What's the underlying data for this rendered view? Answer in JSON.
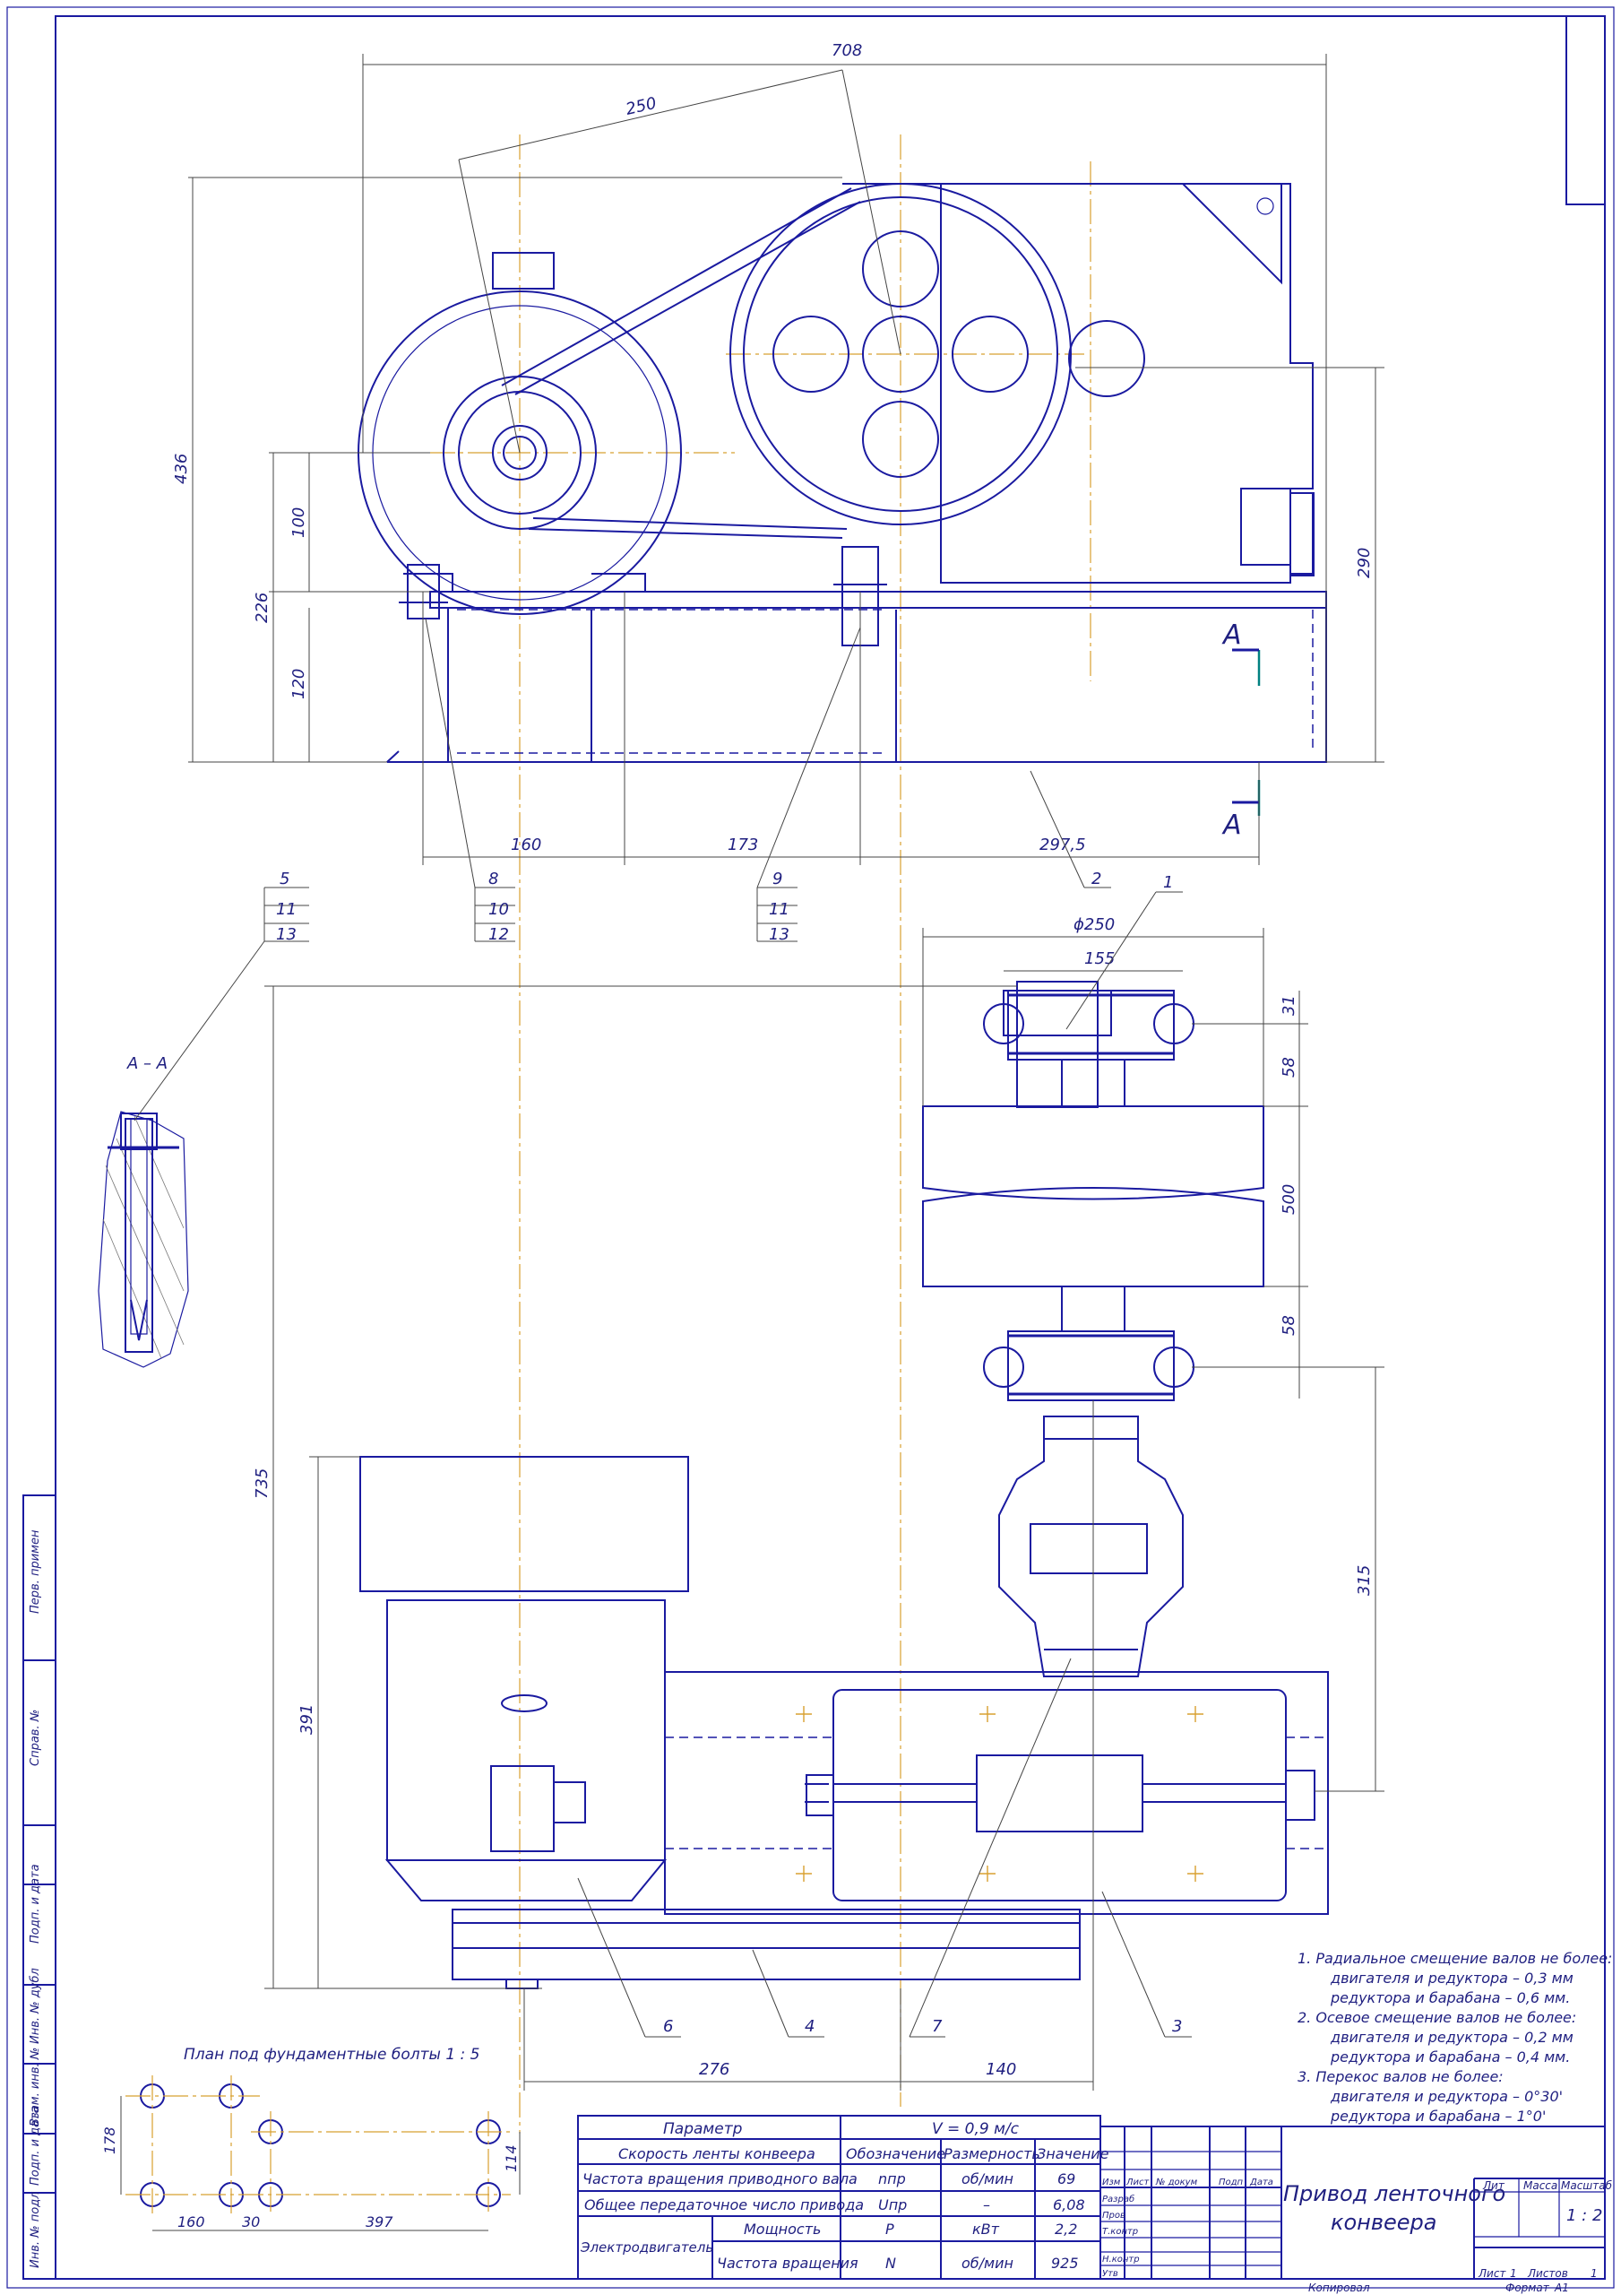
{
  "title": {
    "line1": "Привод ленточного",
    "line2": "конвеера",
    "lit": "Лит",
    "mass": "Масса",
    "scale_header": "Масштаб",
    "scale": "1 : 2",
    "sheet": "Лист",
    "sheet_no": "1",
    "sheets": "Листов",
    "sheets_no": "1",
    "copied": "Копировал",
    "format_label": "Формат",
    "format_value": "A1"
  },
  "stamp_rows": {
    "izm": "Изм",
    "list": "Лист",
    "doc": "№ докум",
    "sign": "Подп",
    "date": "Дата",
    "razrab": "Разраб",
    "prov": "Пров",
    "tkontr": "Т.контр",
    "nkontr": "Н.контр",
    "utv": "Утв"
  },
  "side_stamp": {
    "perv_primen": "Перв. примен",
    "sprav": "Справ. №",
    "podp_data_1": "Подп. и дата",
    "inv_dubl": "Инв. № дубл",
    "vzam_inv": "Взам. инв. №",
    "podp_data_2": "Подп. и дата",
    "inv_podl": "Инв. № подл"
  },
  "param_table": {
    "h_param": "Параметр",
    "h_value": "V = 0,9 м/с",
    "r1_name": "Скорость ленты конвеера",
    "r1_sym": "Обозначение",
    "r1_unit": "Размерность",
    "r1_val": "Значение",
    "r2_name": "Частота вращения приводного вала",
    "r2_sym": "nпр",
    "r2_unit": "об/мин",
    "r2_val": "69",
    "r3_name": "Общее передаточное число привода",
    "r3_sym": "Uпр",
    "r3_unit": "–",
    "r3_val": "6,08",
    "r4_group": "Электродвигатель",
    "r4_name": "Мощность",
    "r4_sym": "P",
    "r4_unit": "кВт",
    "r4_val": "2,2",
    "r5_name": "Частота вращения",
    "r5_sym": "N",
    "r5_unit": "об/мин",
    "r5_val": "925"
  },
  "notes": [
    "1. Радиальное смещение валов не более:",
    "двигателя и редуктора – 0,3 мм",
    "редуктора и барабана – 0,6 мм.",
    "2. Осевое смещение валов не более:",
    "двигателя и редуктора – 0,2 мм",
    "редуктора и барабана – 0,4 мм.",
    "3. Перекос валов не более:",
    "двигателя и редуктора – 0°30'",
    "редуктора и барабана – 1°0'"
  ],
  "labels": {
    "section": "А – А",
    "cut_a_top": "А",
    "cut_a_bottom": "А",
    "bolt_plan": "План под фундаментные болты 1 : 5"
  },
  "dimensions": {
    "d708": "708",
    "d250": "250",
    "d436": "436",
    "d226": "226",
    "d100": "100",
    "d120": "120",
    "d290": "290",
    "d160": "160",
    "d173": "173",
    "d2975": "297,5",
    "dphi250": "ϕ250",
    "d155": "155",
    "d31": "31",
    "d58a": "58",
    "d500": "500",
    "d58b": "58",
    "d315": "315",
    "d735": "735",
    "d391": "391",
    "d276": "276",
    "d140": "140",
    "p178": "178",
    "p114": "114",
    "p160": "160",
    "p30": "30",
    "p397": "397"
  },
  "callouts": {
    "c1": "1",
    "c2": "2",
    "c3": "3",
    "c4": "4",
    "c5": "5",
    "c6": "6",
    "c7": "7",
    "g5a": "5",
    "g5b": "11",
    "g5c": "13",
    "g8a": "8",
    "g8b": "10",
    "g8c": "12",
    "g9a": "9",
    "g9b": "11",
    "g9c": "13"
  }
}
